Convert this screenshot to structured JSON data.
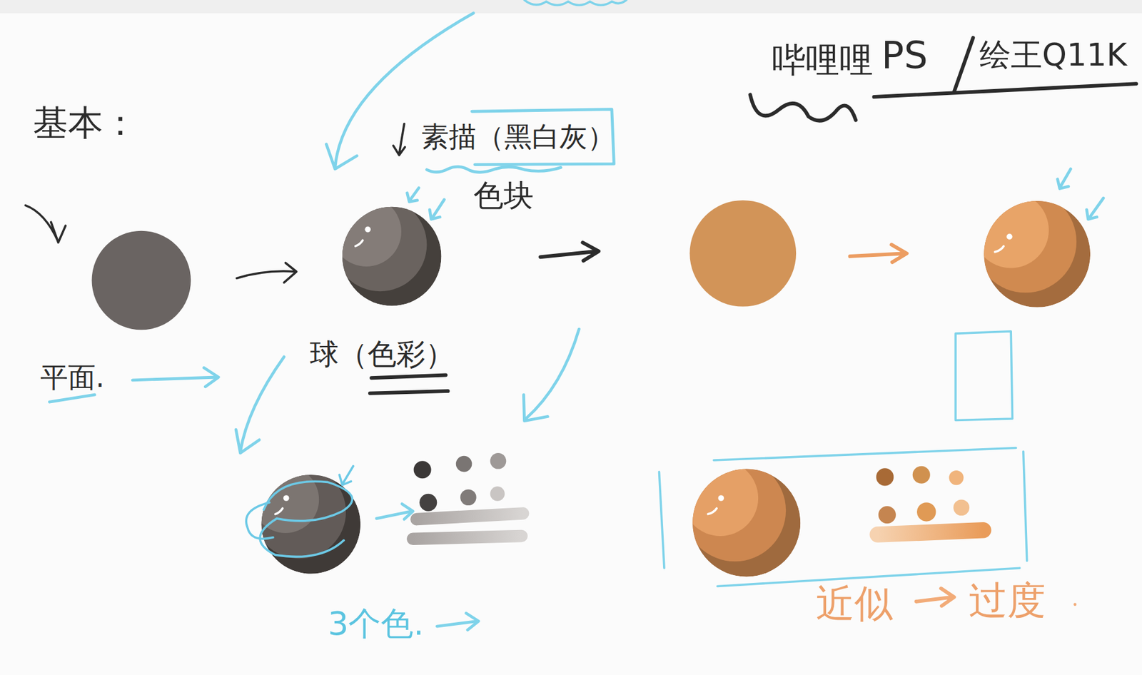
{
  "diagram": {
    "title": "基本：",
    "labels": [
      "哔哩哩",
      "PS",
      "绘王Q11K",
      "素描（黑白灰）",
      "色块",
      "平面.",
      "球（色彩）",
      "3个色.",
      "近似",
      "过度"
    ]
  }
}
